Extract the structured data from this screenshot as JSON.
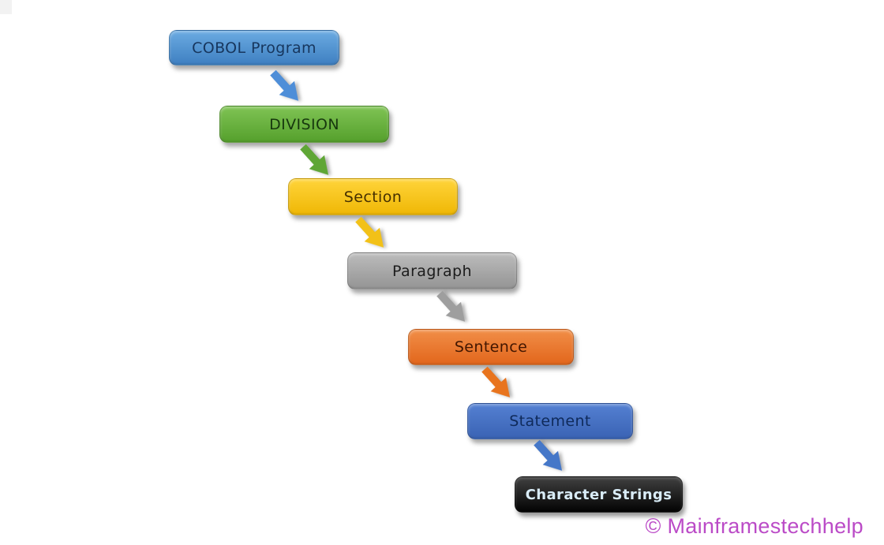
{
  "diagram": {
    "type": "flow-hierarchy",
    "description": "COBOL program structure cascade",
    "nodes": [
      {
        "id": "cobol-program",
        "label": "COBOL Program",
        "fill_top": "#6babe2",
        "fill_bottom": "#3e7fc1",
        "text_color": "#17365d"
      },
      {
        "id": "division",
        "label": "DIVISION",
        "fill_top": "#7fc354",
        "fill_bottom": "#55a02c",
        "text_color": "#17380e"
      },
      {
        "id": "section",
        "label": "Section",
        "fill_top": "#ffd43a",
        "fill_bottom": "#efb705",
        "text_color": "#463000"
      },
      {
        "id": "paragraph",
        "label": "Paragraph",
        "fill_top": "#bcbcbc",
        "fill_bottom": "#949494",
        "text_color": "#1c1c1c"
      },
      {
        "id": "sentence",
        "label": "Sentence",
        "fill_top": "#f18e47",
        "fill_bottom": "#e2661c",
        "text_color": "#421600"
      },
      {
        "id": "statement",
        "label": "Statement",
        "fill_top": "#5480d2",
        "fill_bottom": "#3a63b4",
        "text_color": "#0f2a5a"
      },
      {
        "id": "character-strings",
        "label": "Character Strings",
        "fill_top": "#404040",
        "fill_bottom": "#030303",
        "text_color": "#d9ecf7"
      }
    ],
    "connectors": [
      {
        "from": "cobol-program",
        "to": "division",
        "color": "#4e8ed8"
      },
      {
        "from": "division",
        "to": "section",
        "color": "#5fa636"
      },
      {
        "from": "section",
        "to": "paragraph",
        "color": "#f2c118"
      },
      {
        "from": "paragraph",
        "to": "sentence",
        "color": "#9e9e9e"
      },
      {
        "from": "sentence",
        "to": "statement",
        "color": "#e8741e"
      },
      {
        "from": "statement",
        "to": "character-strings",
        "color": "#4577c8"
      }
    ]
  },
  "watermark": {
    "text": "© Mainframestechhelp",
    "color": "#bb4bc7"
  }
}
